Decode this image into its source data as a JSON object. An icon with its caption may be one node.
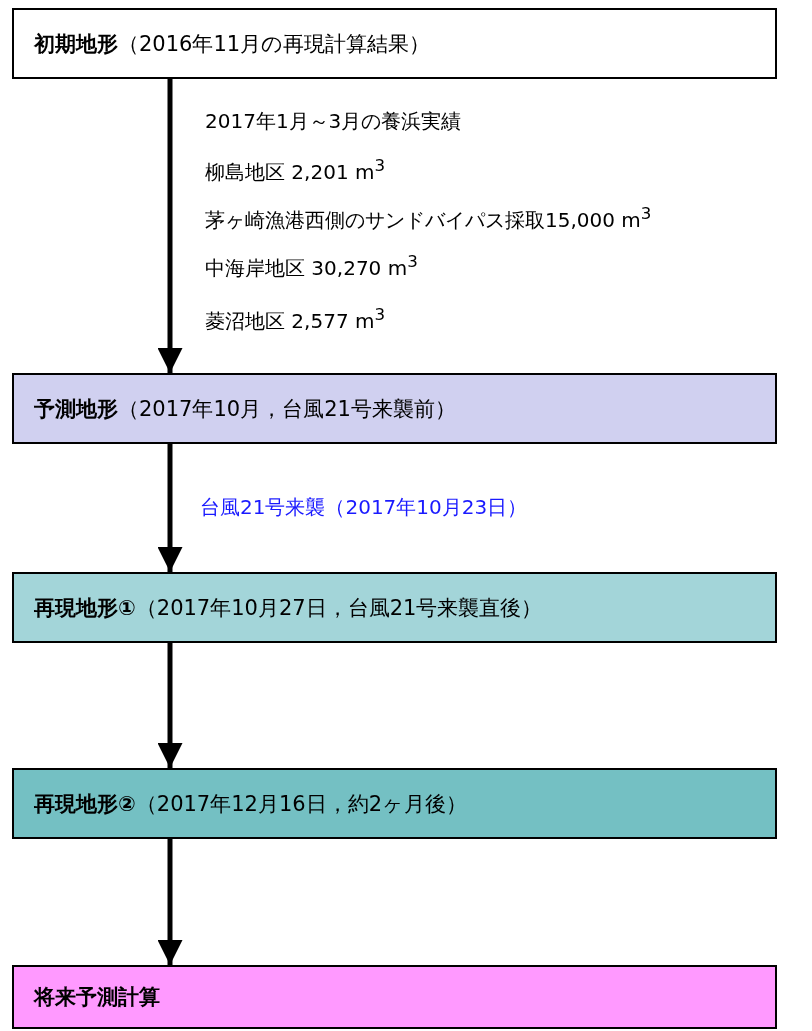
{
  "diagram": {
    "nodes": [
      {
        "text": [
          "**初期地形**（2016年11月の再現計算結果）"
        ]
      },
      {
        "text": [
          "**予測地形**（2017年10月，台風21号来襲前）"
        ]
      },
      {
        "text": [
          "**再現地形①**（2017年10月27日，台風21号来襲直後）"
        ]
      },
      {
        "text": [
          "**再現地形②**（2017年12月16日，約2ヶ月後）"
        ]
      },
      {
        "text": [
          "**将来予測計算**"
        ]
      }
    ],
    "edges": [
      {
        "from": 0,
        "to": 1,
        "arrow": "to"
      },
      {
        "from": 1,
        "to": 2,
        "arrow": "to",
        "label": "台風21号来襲（2017年10月23日）"
      },
      {
        "from": 2,
        "to": 3,
        "arrow": "to"
      },
      {
        "from": 3,
        "to": 4,
        "arrow": "to"
      }
    ],
    "labels": [
      "2017年1月～3月の養浜実績",
      "柳島地区 2,201 m$^{3}$",
      "茅ヶ崎漁港西側のサンドバイパス採取15,000 m$^{3}$",
      "中海岸地区 30,270 m$^{3}$",
      "菱沼地区 2,577 m$^{3}$"
    ]
  }
}
